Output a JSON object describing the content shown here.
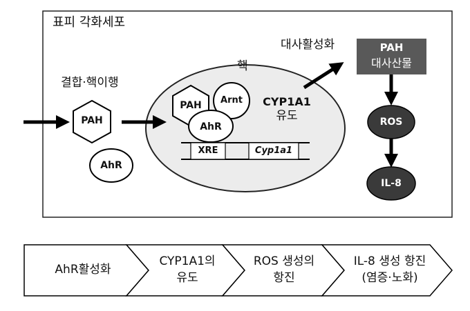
{
  "cell": {
    "title": "표피 각화세포",
    "binding_label": "결합·핵이행",
    "nucleus_label": "핵",
    "ligand": "PAH",
    "receptor_free": "AhR",
    "complex": {
      "pah": "PAH",
      "arnt": "Arnt",
      "ahr": "AhR"
    },
    "dna": {
      "xre": "XRE",
      "gene": "Cyp1a1"
    },
    "induction": {
      "line1": "CYP1A1",
      "line2": "유도"
    },
    "activation_label": "대사활성화",
    "metabolite": {
      "line1": "PAH",
      "line2": "대사산물"
    },
    "ros": "ROS",
    "il8": "IL-8"
  },
  "flow": [
    {
      "line1": "AhR활성화",
      "line2": ""
    },
    {
      "line1": "CYP1A1의",
      "line2": "유도"
    },
    {
      "line1": "ROS 생성의",
      "line2": "항진"
    },
    {
      "line1": "IL-8 생성 항진",
      "line2": "(염증·노화)"
    }
  ],
  "colors": {
    "metabolite_box": "#595959",
    "ros_node": "#3a3a3a",
    "il8_node": "#3a3a3a",
    "nucleus_fill": "#ececec",
    "outline": "#222222"
  }
}
